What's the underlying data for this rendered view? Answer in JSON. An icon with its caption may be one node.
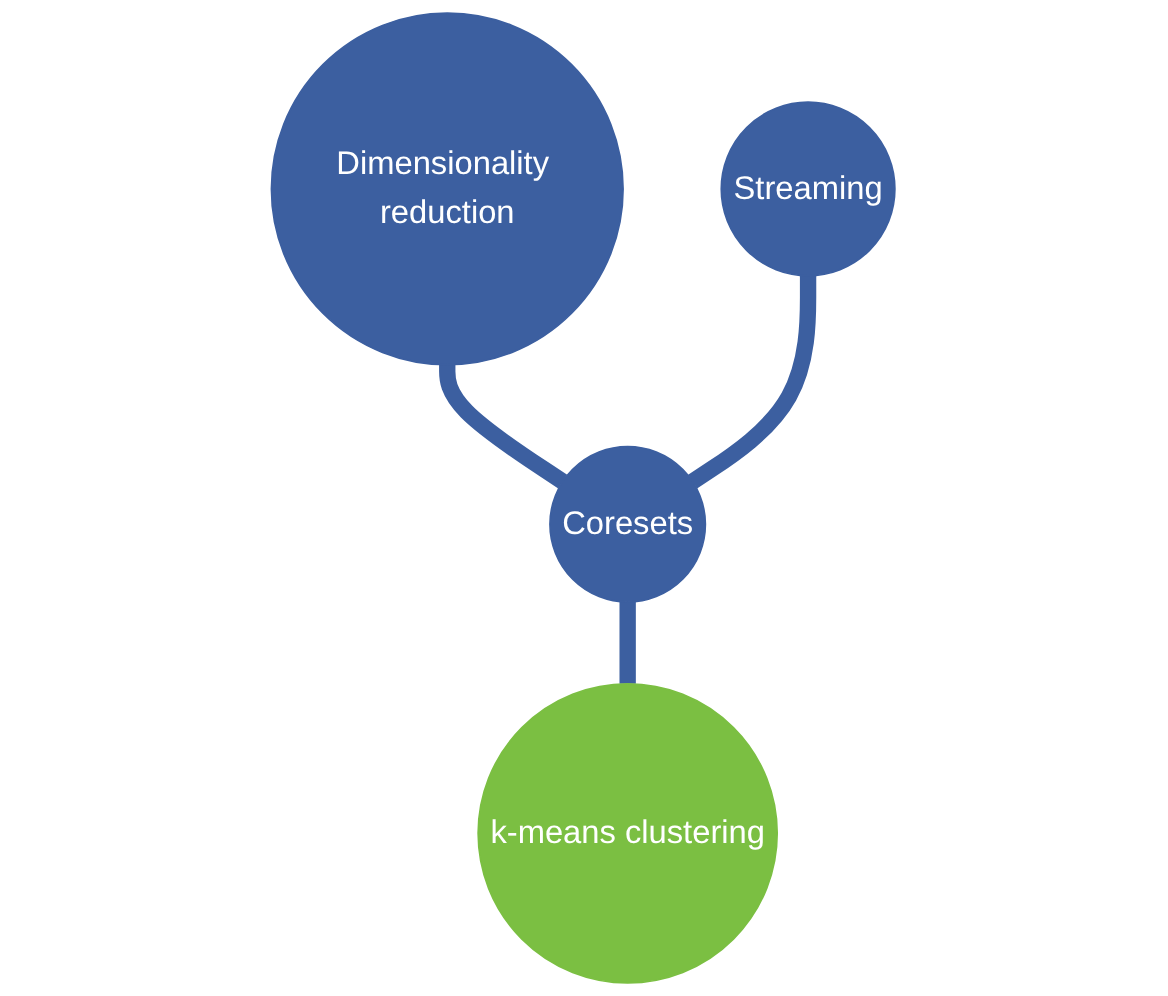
{
  "diagram": {
    "nodes": [
      {
        "text": [
          "Coresets"
        ]
      },
      {
        "text": [
          "Dimensionality reduction"
        ]
      },
      {
        "text": [
          "Streaming"
        ]
      },
      {
        "text": [
          "k-means clustering"
        ]
      }
    ],
    "edges": [
      {
        "from": 1,
        "to": 0,
        "arrow": "none"
      },
      {
        "from": 2,
        "to": 0,
        "arrow": "none"
      },
      {
        "from": 0,
        "to": 3,
        "arrow": "none"
      }
    ]
  }
}
